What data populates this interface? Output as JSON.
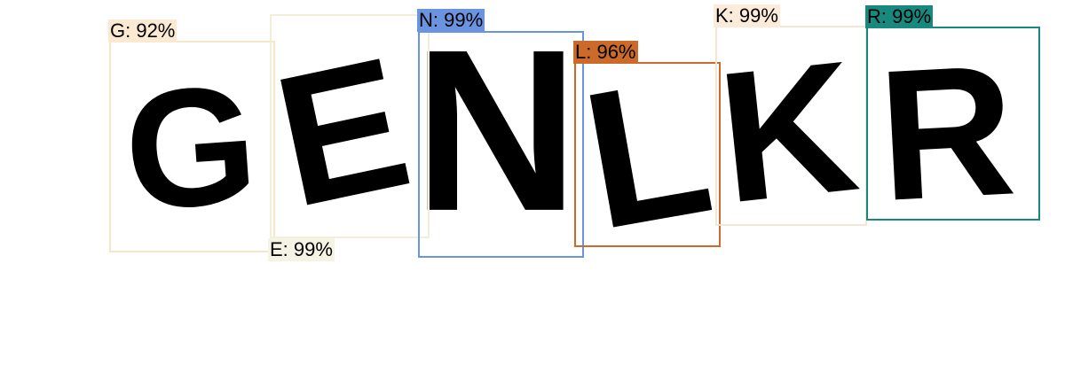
{
  "captcha": {
    "characters": [
      "G",
      "E",
      "N",
      "L",
      "K",
      "R"
    ]
  },
  "detections": [
    {
      "id": "g",
      "label": "G: 92%",
      "box_color": "#f5e6c8",
      "tag_color": "#fbe9d2"
    },
    {
      "id": "e",
      "label": "E: 99%",
      "box_color": "#f2efd8",
      "tag_color": "#f5f3e3"
    },
    {
      "id": "n",
      "label": "N: 99%",
      "box_color": "#6b94e0",
      "tag_color": "#6b94e0"
    },
    {
      "id": "l",
      "label": "L: 96%",
      "box_color": "#cc6a2a",
      "tag_color": "#cc6a2a"
    },
    {
      "id": "k",
      "label": "K: 99%",
      "box_color": "#f5e6d4",
      "tag_color": "#fbebd8"
    },
    {
      "id": "r",
      "label": "R: 99%",
      "box_color": "#17897f",
      "tag_color": "#17897f"
    }
  ]
}
